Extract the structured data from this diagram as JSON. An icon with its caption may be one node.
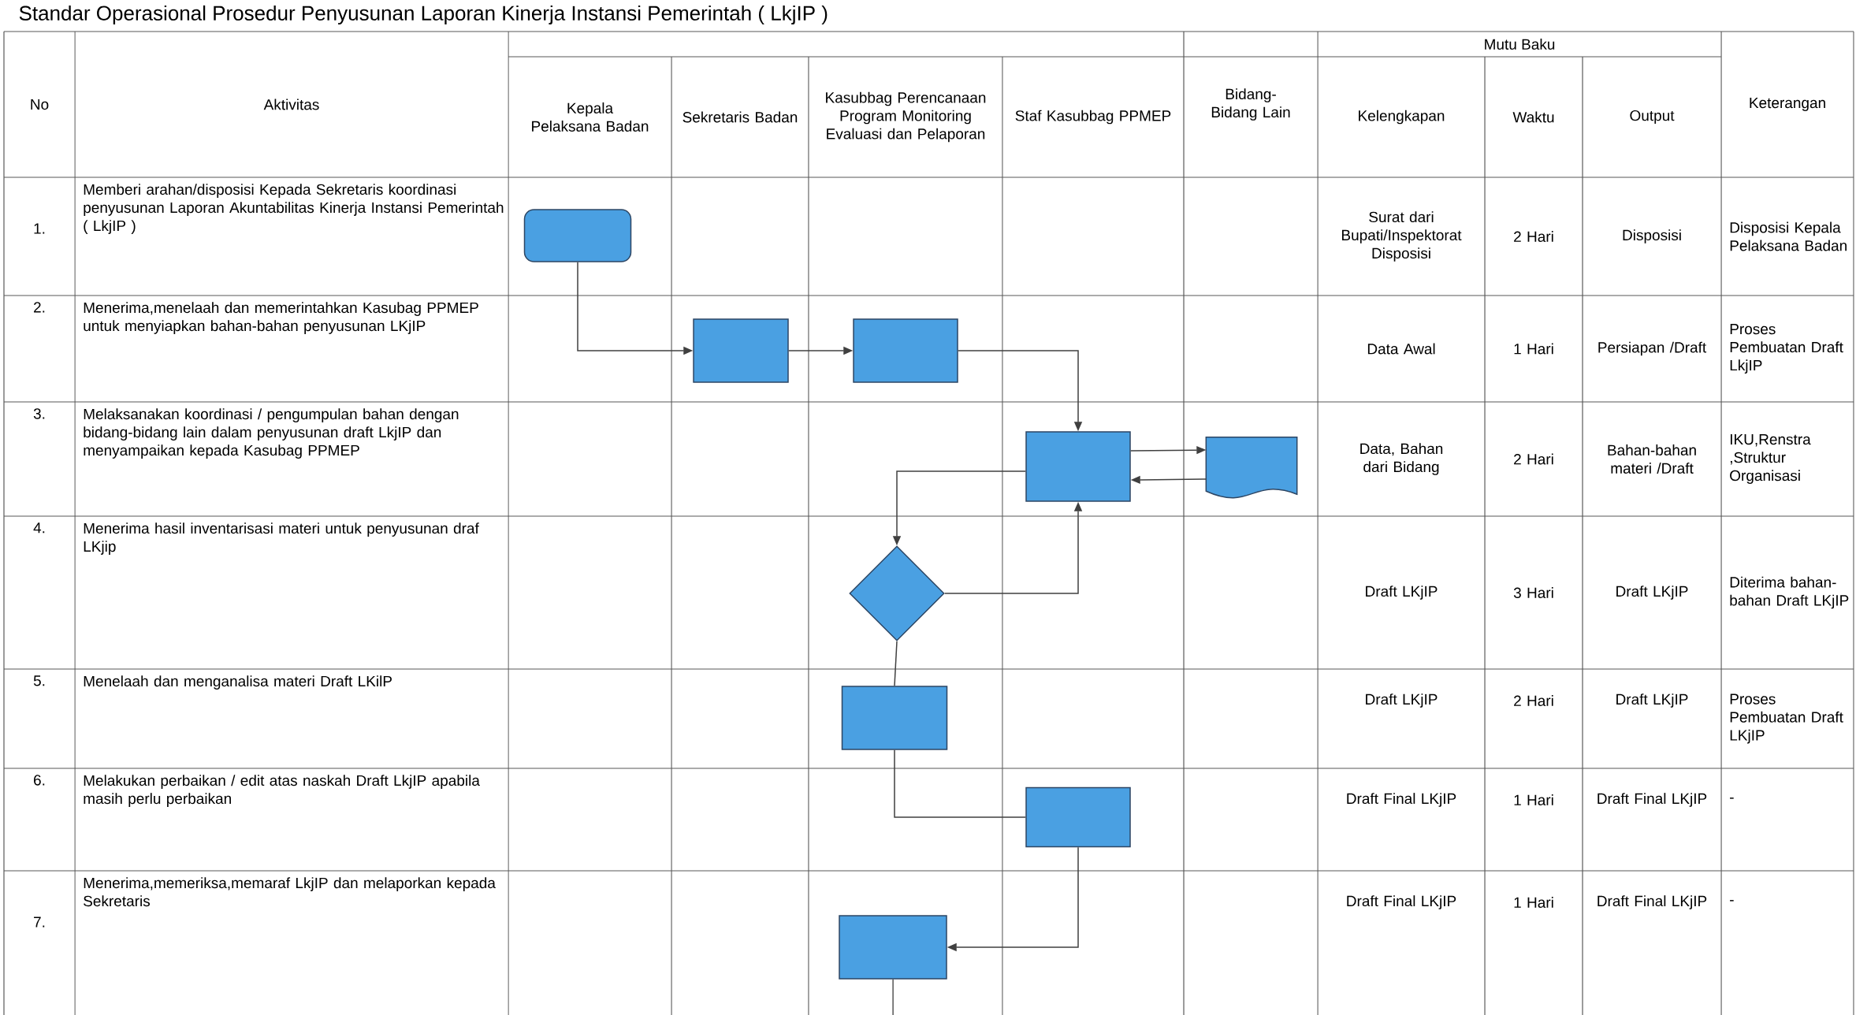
{
  "diagram": {
    "title": "Standar Operasional Prosedur Penyusunan Laporan Kinerja Instansi Pemerintah ( LkjIP )",
    "nodes": [
      {
        "text": [],
        "shape": "box"
      },
      {
        "text": [],
        "shape": "box"
      },
      {
        "text": [],
        "shape": "box"
      },
      {
        "text": [],
        "shape": "box"
      },
      {
        "text": [],
        "shape": "document"
      },
      {
        "text": [],
        "shape": "diamond"
      },
      {
        "text": [],
        "shape": "box"
      },
      {
        "text": [],
        "shape": "box"
      },
      {
        "text": [],
        "shape": "box"
      }
    ],
    "edges": [
      {
        "from": 0,
        "to": 1,
        "arrow": "to"
      },
      {
        "from": 1,
        "to": 2,
        "arrow": "to"
      },
      {
        "from": 2,
        "to": 3,
        "arrow": "to"
      },
      {
        "from": 3,
        "to": 4,
        "arrow": "to"
      },
      {
        "from": 4,
        "to": 3,
        "arrow": "to"
      },
      {
        "from": 3,
        "to": 5,
        "arrow": "to"
      },
      {
        "from": 5,
        "to": 3,
        "arrow": "to"
      },
      {
        "from": 5,
        "to": 6,
        "arrow": "none"
      },
      {
        "from": 6,
        "to": 7,
        "arrow": "none"
      },
      {
        "from": 7,
        "to": 8,
        "arrow": "to"
      },
      {
        "from": 8,
        "to": null,
        "arrow": "none"
      }
    ],
    "labels": [
      "No",
      "Aktivitas",
      "Mutu Baku",
      "Kepala Pelaksana Badan",
      "Sekretaris Badan",
      "Kasubbag Perencanaan Program Monitoring Evaluasi dan Pelaporan",
      "Staf Kasubbag PPMEP",
      "Bidang- Bidang Lain",
      "Kelengkapan",
      "Waktu",
      "Output",
      "Keterangan",
      "1.",
      "Memberi arahan/disposisi Kepada Sekretaris koordinasi penyusunan Laporan Akuntabilitas Kinerja Instansi Pemerintah ( LkjIP )",
      "Surat dari Bupati/Inspektorat Disposisi",
      "2 Hari",
      "Disposisi",
      "Disposisi Kepala Pelaksana Badan",
      "2.",
      "Menerima,menelaah dan memerintahkan Kasubag PPMEP untuk menyiapkan bahan-bahan penyusunan LKjIP",
      "Data Awal",
      "1 Hari",
      "Persiapan /Draft",
      "Proses Pembuatan Draft LkjIP",
      "3.",
      "Melaksanakan koordinasi / pengumpulan bahan dengan bidang-bidang lain dalam penyusunan draft LkjIP dan menyampaikan kepada Kasubag PPMEP",
      "Data, Bahan dari Bidang",
      "2 Hari",
      "Bahan-bahan materi /Draft",
      "IKU,Renstra ,Struktur Organisasi",
      "4.",
      "Menerima hasil inventarisasi materi untuk penyusunan draf LKjip",
      "Draft LKjIP",
      "3 Hari",
      "Draft LKjIP",
      "Diterima bahan-bahan Draft LKjIP",
      "5.",
      "Menelaah dan menganalisa materi Draft LKilP",
      "Draft LKjIP",
      "2 Hari",
      "Draft LKjIP",
      "Proses Pembuatan Draft LKjIP",
      "6.",
      "Melakukan perbaikan / edit atas naskah Draft LkjIP apabila masih perlu perbaikan",
      "Draft Final LKjIP",
      "1 Hari",
      "Draft Final LKjIP",
      "-",
      "7.",
      "Menerima,memeriksa,memaraf LkjIP dan melaporkan kepada Sekretaris",
      "Draft Final LKjIP",
      "1 Hari",
      "Draft Final LKjIP",
      "-"
    ]
  }
}
